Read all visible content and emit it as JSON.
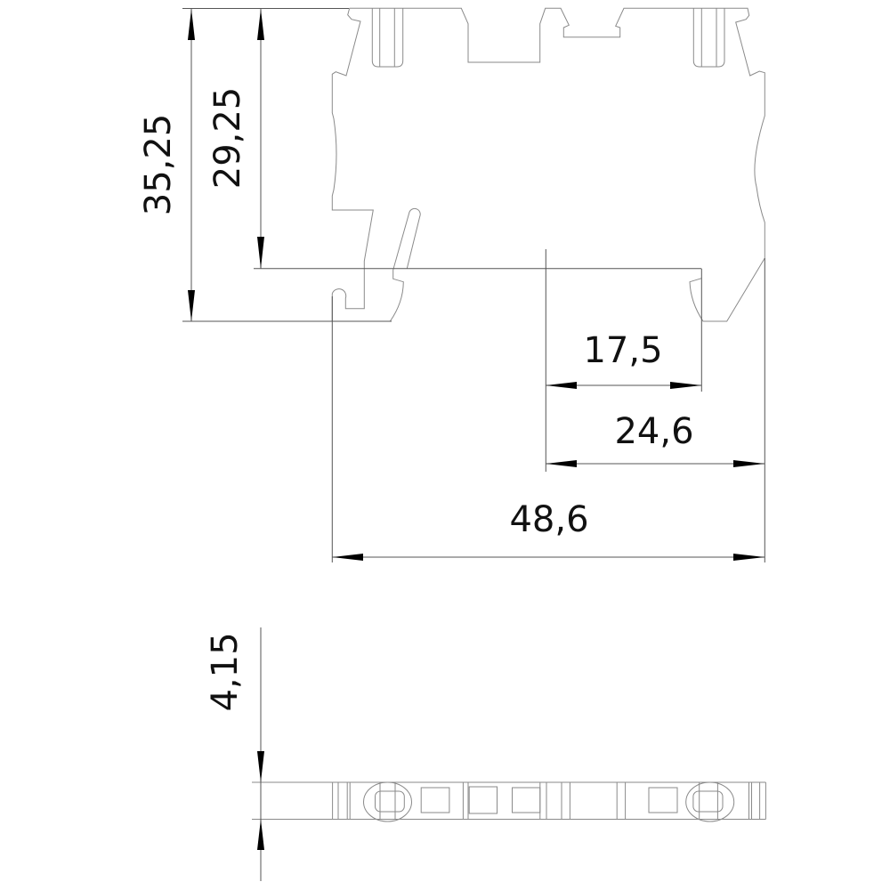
{
  "drawing": {
    "title": "Terminal block dimension drawing",
    "line_color": "#8a8a8a",
    "dimension_color": "#000000",
    "dimensions": {
      "total_height": "35,25",
      "rail_height": "29,25",
      "half_width_small": "17,5",
      "half_width": "24,6",
      "total_width": "48,6",
      "thickness": "4,15"
    }
  }
}
